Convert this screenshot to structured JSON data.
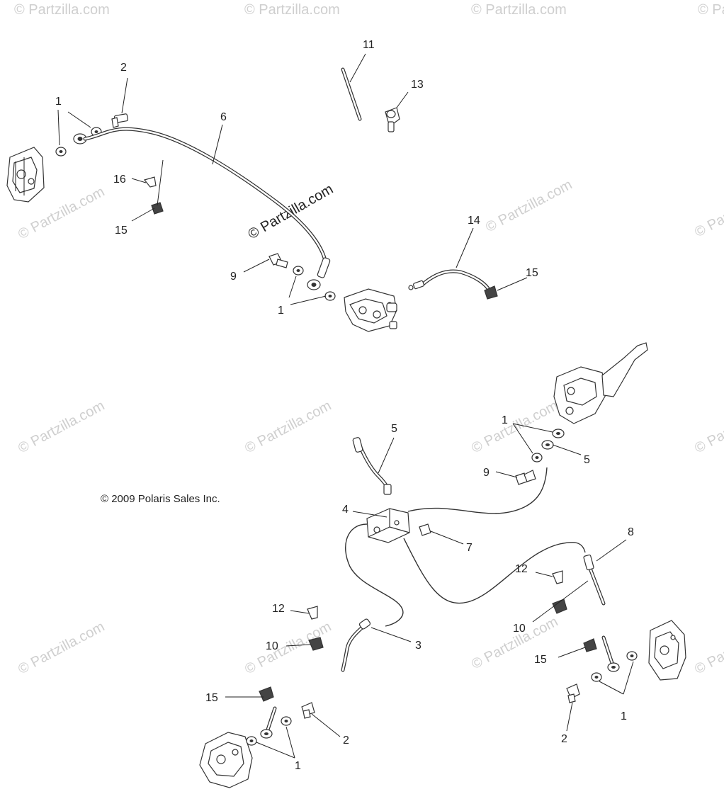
{
  "watermark": {
    "main": "© Partzilla.com",
    "repeat": "© Partzilla.com"
  },
  "copyright": "© 2009 Polaris Sales Inc.",
  "callouts": {
    "c_top1a": "1",
    "c_top2": "2",
    "c_top6": "6",
    "c_top16": "16",
    "c_top15": "15",
    "c_top9": "9",
    "c_top1b": "1",
    "c_top11": "11",
    "c_top13": "13",
    "c_top14": "14",
    "c_top15b": "15",
    "c_mid1": "1",
    "c_mid5a": "5",
    "c_mid5b": "5",
    "c_mid9": "9",
    "c_mid4": "4",
    "c_mid7": "7",
    "c_mid8": "8",
    "c_mid12a": "12",
    "c_mid10a": "10",
    "c_mid12b": "12",
    "c_mid10b": "10",
    "c_mid3": "3",
    "c_bot15a": "15",
    "c_bot2a": "2",
    "c_bot1a": "1",
    "c_bot15b": "15",
    "c_bot1b": "1",
    "c_bot2b": "2"
  }
}
